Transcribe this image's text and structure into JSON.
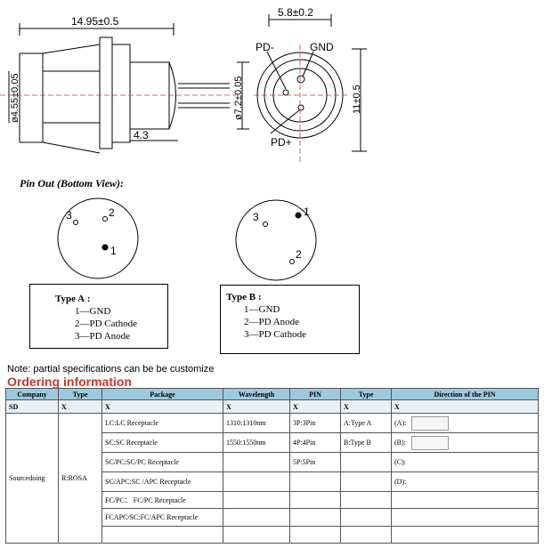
{
  "drawing": {
    "dim_length": "14.95±0.5",
    "dim_top": "5.8±0.2",
    "dim_left_dia": "ø4.55±0.05",
    "dim_mid_dia": "ø7.2±0.05",
    "dim_height": "11±0.5",
    "dim_pin": "4.3",
    "label_pd_minus": "PD-",
    "label_gnd": "GND",
    "label_pd_plus": "PD+"
  },
  "pinout": {
    "title": "Pin Out (Bottom View):",
    "type_a": {
      "pins": [
        "3",
        "2",
        "1"
      ],
      "legend_title": "Type A :",
      "legend_lines": [
        "1—GND",
        "2—PD Cathode",
        "3—PD Anode"
      ]
    },
    "type_b": {
      "pins": [
        "3",
        "1",
        "2"
      ],
      "legend_title": "Type B :",
      "legend_lines": [
        "1—GND",
        "2—PD Anode",
        "3—PD Cathode"
      ]
    }
  },
  "note": "Note: partial specifications can be be customize",
  "ordering": {
    "title": "Ordering information",
    "headers": [
      "Company",
      "Type",
      "Package",
      "Wavelength",
      "PIN",
      "Type",
      "Direction of the PIN"
    ],
    "codes": [
      "SD",
      "X",
      "X",
      "X",
      "X",
      "X",
      "X"
    ],
    "company": "Sourcedoing",
    "type": "R:ROSA",
    "package": [
      "LC:LC Receptacle",
      "SC:SC Receptacle",
      "SC/PC:SC/PC Receptacle",
      "SC/APC:SC /APC Receptacle",
      "FC/PC： FC/PC Receptacle",
      "FCAPC/SC:FC/APC Receptacle",
      ""
    ],
    "wavelength": [
      "1310:1310nm",
      "1550:1550nm",
      "",
      "",
      "",
      "",
      ""
    ],
    "pin": [
      "3P:3Pin",
      "4P:4Pin",
      "5P:5Pin",
      "",
      "",
      "",
      ""
    ],
    "pin_type": [
      "A:Type A",
      "B:Type B",
      "",
      "",
      "",
      "",
      ""
    ],
    "direction": [
      "(A):",
      "(B):",
      "(C):",
      "(D):",
      "",
      "",
      ""
    ]
  }
}
